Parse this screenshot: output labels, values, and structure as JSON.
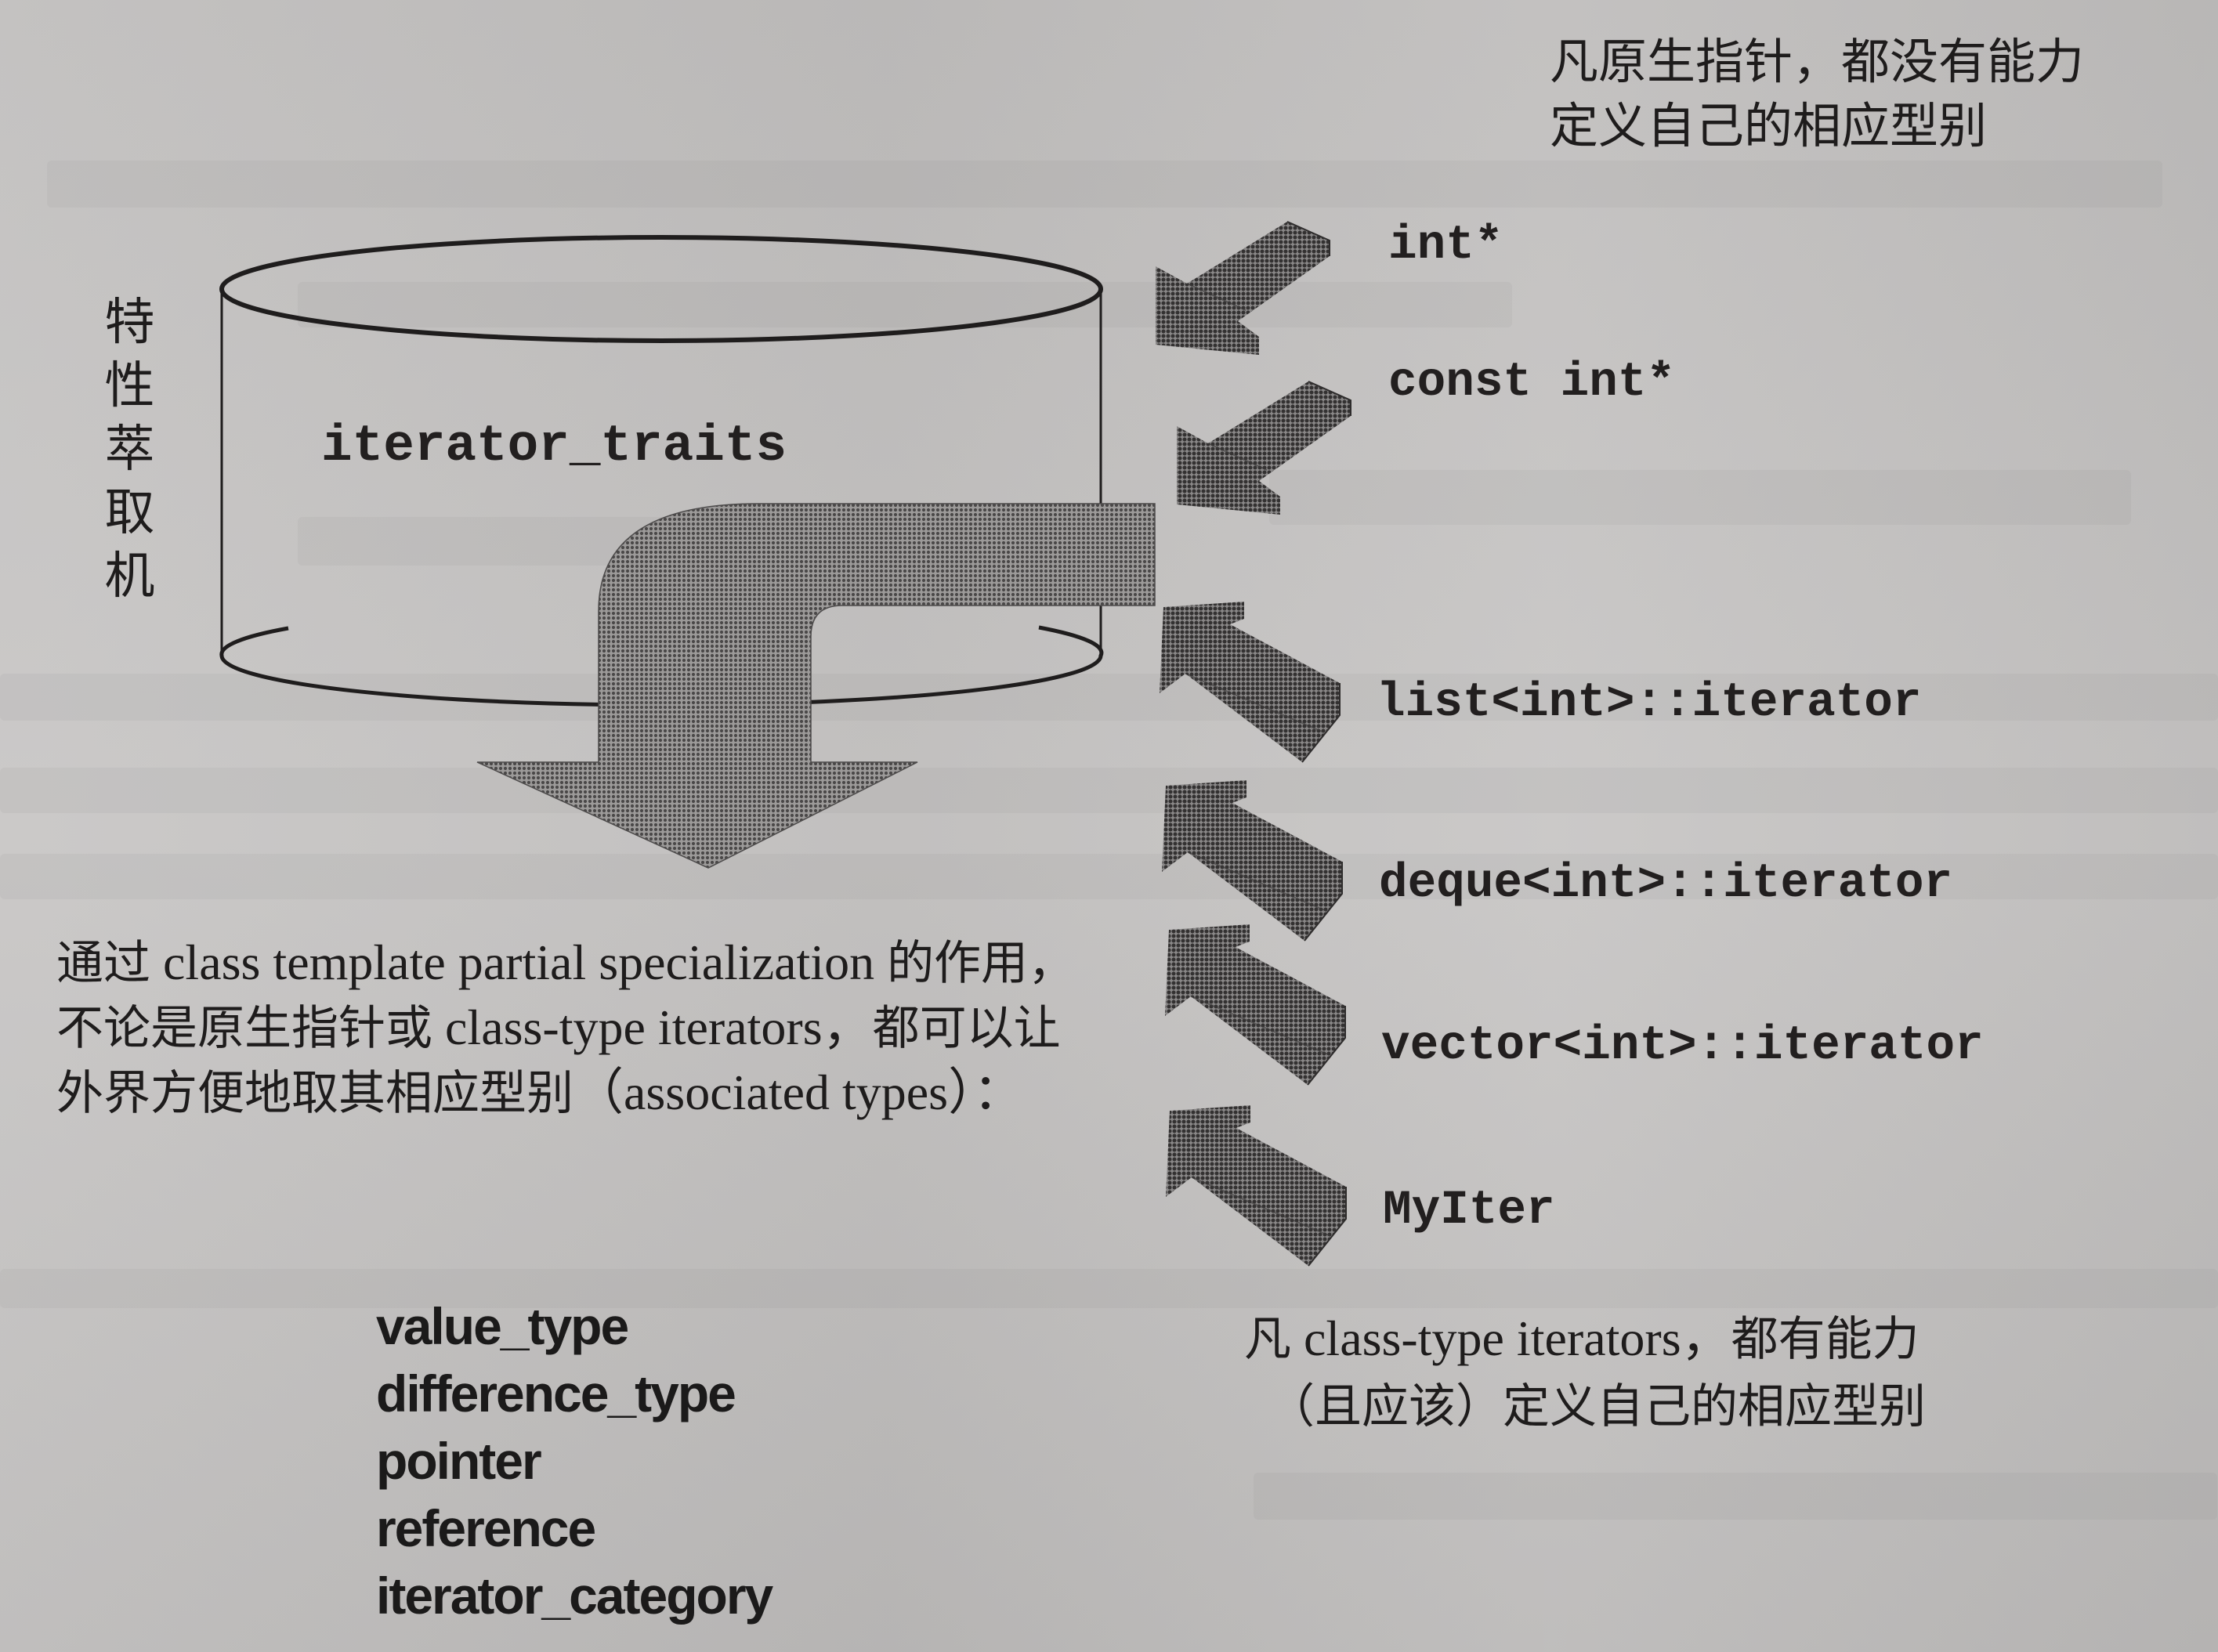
{
  "colors": {
    "paper": "#c6c4c3",
    "ink": "#1e1c1c",
    "big_arrow_fill": "#7e7c7c",
    "small_arrow_fill": "#5b5959"
  },
  "top_note": {
    "line1": "凡原生指针，都没有能力",
    "line2": "定义自己的相应型别"
  },
  "side_label": {
    "chars": [
      "特",
      "性",
      "萃",
      "取",
      "机"
    ]
  },
  "cylinder": {
    "label": "iterator_traits"
  },
  "inputs": [
    {
      "label": "int*",
      "arrow": "arrow-down-left-icon"
    },
    {
      "label": "const int*",
      "arrow": "arrow-down-left-icon"
    },
    {
      "label": "list<int>::iterator",
      "arrow": "arrow-up-left-icon"
    },
    {
      "label": "deque<int>::iterator",
      "arrow": "arrow-up-left-icon"
    },
    {
      "label": "vector<int>::iterator",
      "arrow": "arrow-up-left-icon"
    },
    {
      "label": "MyIter",
      "arrow": "arrow-up-left-icon"
    }
  ],
  "explanation": {
    "line1_zh_a": "通过",
    "line1_en": " class template partial specialization ",
    "line1_zh_b": "的作用，",
    "line2_zh_a": "不论是原生指针或",
    "line2_en": " class-type iterators，",
    "line2_zh_b": "都可以让",
    "line3_zh_a": "外界方便地取其相应型别",
    "line3_en": "（associated types）：",
    "line3_zh_b": ""
  },
  "associated_types": [
    "value_type",
    "difference_type",
    "pointer",
    "reference",
    "iterator_category"
  ],
  "bottom_note": {
    "line1_zh_a": "凡",
    "line1_en": " class-type iterators，",
    "line1_zh_b": "都有能力",
    "line2": "（且应该）定义自己的相应型别"
  }
}
